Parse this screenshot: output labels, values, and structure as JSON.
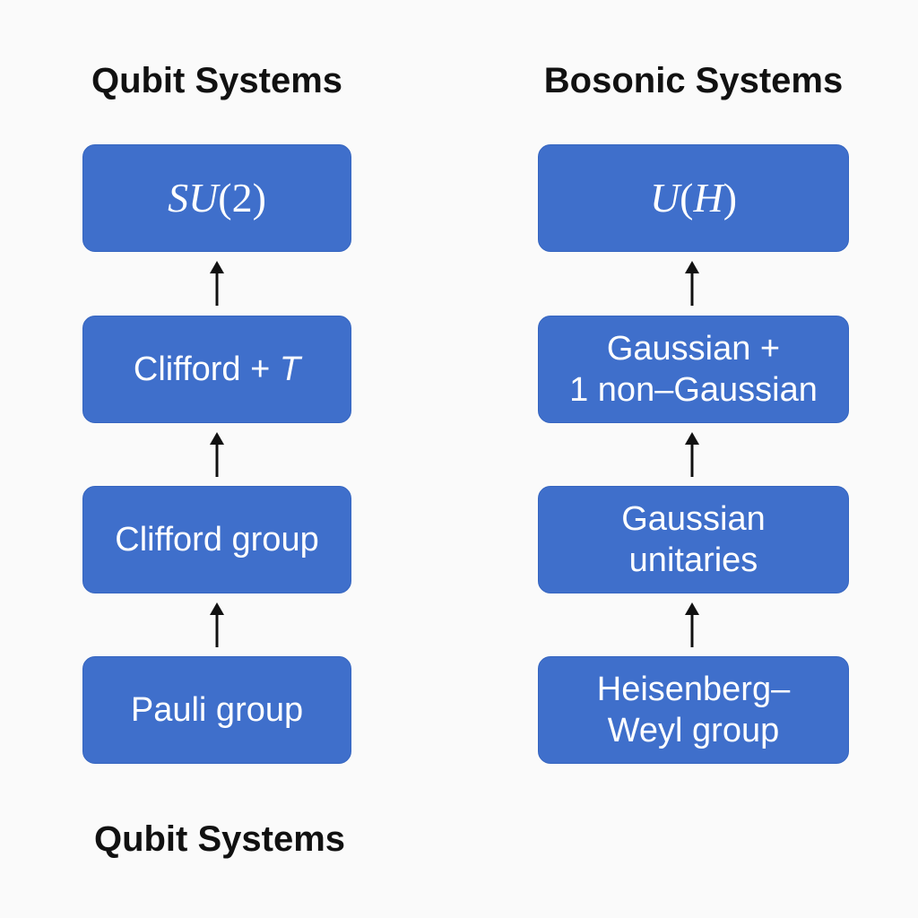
{
  "headings": {
    "left": "Qubit Systems",
    "right": "Bosonic Systems",
    "bottom": "Qubit Systems"
  },
  "qubit_column": {
    "box1_group": "SU",
    "box1_arg": "(2)",
    "box2_prefix": "Clifford + ",
    "box2_var": "T",
    "box3": "Clifford group",
    "box4": "Pauli group"
  },
  "bosonic_column": {
    "box1_group": "U",
    "box1_open": "(",
    "box1_var": "H",
    "box1_close": ")",
    "box2_line1": "Gaussian +",
    "box2_line2": "1 non–Gaussian",
    "box3_line1": "Gaussian",
    "box3_line2": "unitaries",
    "box4_line1": "Heisenberg–",
    "box4_line2": "Weyl group"
  },
  "colors": {
    "box_fill": "#3f6fcb",
    "box_text": "#ffffff",
    "arrow": "#111111",
    "background": "#fafafa"
  }
}
